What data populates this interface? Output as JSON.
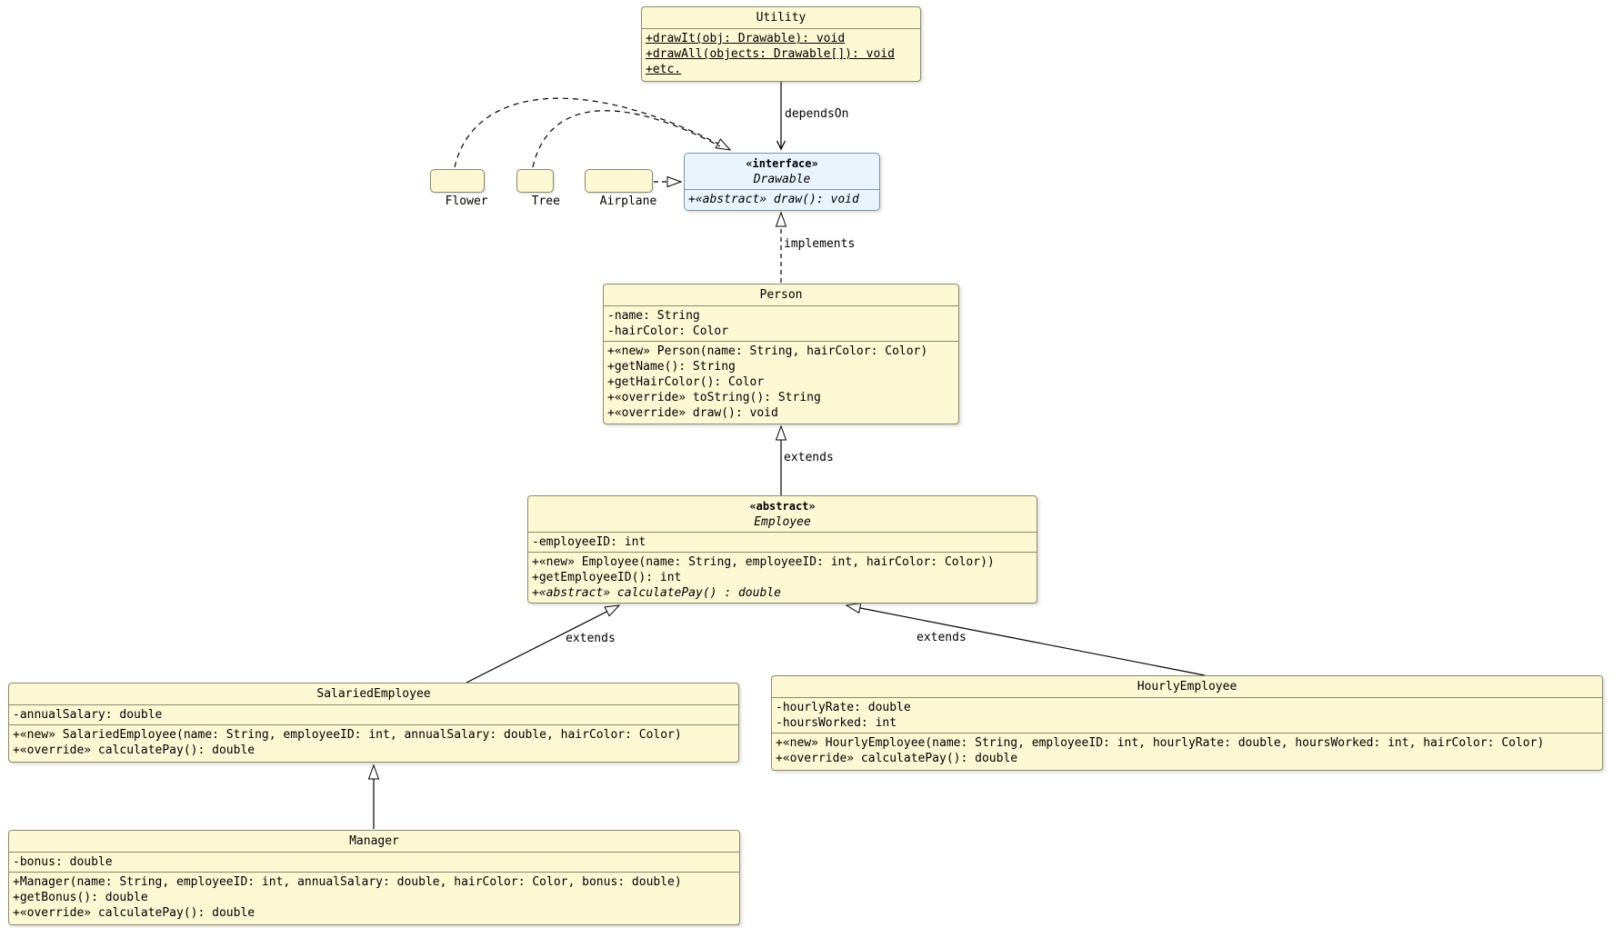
{
  "diagram": {
    "classes": {
      "utility": {
        "name": "Utility",
        "methods": [
          "+drawIt(obj: Drawable): void",
          "+drawAll(objects: Drawable[]): void",
          "+etc."
        ]
      },
      "drawable": {
        "stereotype": "«interface»",
        "name": "Drawable",
        "methods": [
          "+«abstract» draw(): void"
        ]
      },
      "flower": {
        "name": "Flower"
      },
      "tree": {
        "name": "Tree"
      },
      "airplane": {
        "name": "Airplane"
      },
      "person": {
        "name": "Person",
        "attributes": [
          "-name: String",
          "-hairColor: Color"
        ],
        "methods": [
          "+«new» Person(name: String, hairColor: Color)",
          "+getName(): String",
          "+getHairColor(): Color",
          "+«override» toString(): String",
          "+«override» draw(): void"
        ]
      },
      "employee": {
        "stereotype": "«abstract»",
        "name": "Employee",
        "attributes": [
          "-employeeID: int"
        ],
        "methods": [
          "+«new» Employee(name: String, employeeID: int, hairColor: Color))",
          "+getEmployeeID(): int",
          "+«abstract» calculatePay() : double"
        ]
      },
      "salaried_employee": {
        "name": "SalariedEmployee",
        "attributes": [
          "-annualSalary: double"
        ],
        "methods": [
          "+«new» SalariedEmployee(name: String, employeeID: int, annualSalary: double, hairColor: Color)",
          "+«override» calculatePay(): double"
        ]
      },
      "hourly_employee": {
        "name": "HourlyEmployee",
        "attributes": [
          "-hourlyRate: double",
          "-hoursWorked: int"
        ],
        "methods": [
          "+«new» HourlyEmployee(name: String, employeeID: int, hourlyRate: double, hoursWorked: int, hairColor: Color)",
          "+«override» calculatePay(): double"
        ]
      },
      "manager": {
        "name": "Manager",
        "attributes": [
          "-bonus: double"
        ],
        "methods": [
          "+Manager(name: String, employeeID: int, annualSalary: double, hairColor: Color, bonus: double)",
          "+getBonus(): double",
          "+«override» calculatePay(): double"
        ]
      }
    },
    "edge_labels": {
      "depends_on": "dependsOn",
      "implements": "implements",
      "extends_employee": "extends",
      "extends_salaried": "extends",
      "extends_hourly": "extends"
    },
    "relationships": [
      {
        "from": "Utility",
        "to": "Drawable",
        "type": "dependency",
        "label": "dependsOn"
      },
      {
        "from": "Person",
        "to": "Drawable",
        "type": "realization",
        "label": "implements"
      },
      {
        "from": "Flower",
        "to": "Drawable",
        "type": "realization",
        "label": ""
      },
      {
        "from": "Tree",
        "to": "Drawable",
        "type": "realization",
        "label": ""
      },
      {
        "from": "Airplane",
        "to": "Drawable",
        "type": "realization",
        "label": ""
      },
      {
        "from": "Employee",
        "to": "Person",
        "type": "generalization",
        "label": "extends"
      },
      {
        "from": "SalariedEmployee",
        "to": "Employee",
        "type": "generalization",
        "label": "extends"
      },
      {
        "from": "HourlyEmployee",
        "to": "Employee",
        "type": "generalization",
        "label": "extends"
      },
      {
        "from": "Manager",
        "to": "SalariedEmployee",
        "type": "generalization",
        "label": ""
      }
    ],
    "colors": {
      "class_fill": "#fcf8d4",
      "class_border": "#8c8a6d",
      "interface_fill": "#e9f3fb",
      "interface_border": "#7d91a4",
      "line": "#000000"
    }
  }
}
